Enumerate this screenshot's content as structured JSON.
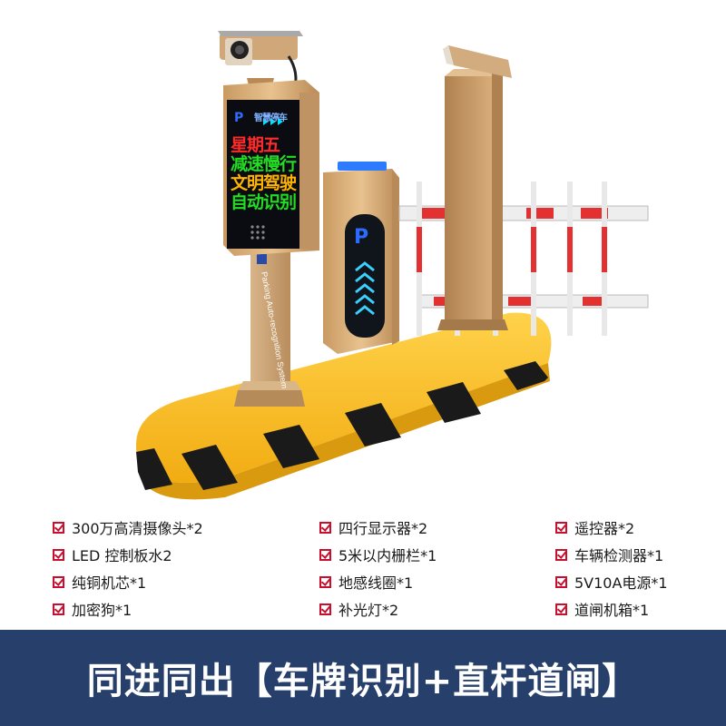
{
  "display_panel": {
    "header": "智慧停车",
    "lines": [
      "星期五",
      "减速慢行",
      "文明驾驶",
      "自动识别"
    ],
    "line_colors": [
      "#ff2a2a",
      "#22dd22",
      "#ffb400",
      "#22dd22"
    ],
    "pole_text": "Parking Auto-recognition System"
  },
  "features": {
    "col1": [
      "300万高清摄像头*2",
      "LED 控制板水2",
      "纯铜机芯*1",
      "加密狗*1"
    ],
    "col2": [
      "四行显示器*2",
      "5米以内栅栏*1",
      "地感线圈*1",
      "补光灯*2"
    ],
    "col3": [
      "遥控器*2",
      "车辆检测器*1",
      "5V10A电源*1",
      "道闸机箱*1"
    ]
  },
  "banner": {
    "text": "同进同出【车牌识别+直杆道闸】"
  },
  "colors": {
    "accent_red": "#c8102e",
    "banner_bg": "#273f6b",
    "base_yellow": "#f4b41a",
    "housing_gold": "#d9a86a"
  }
}
